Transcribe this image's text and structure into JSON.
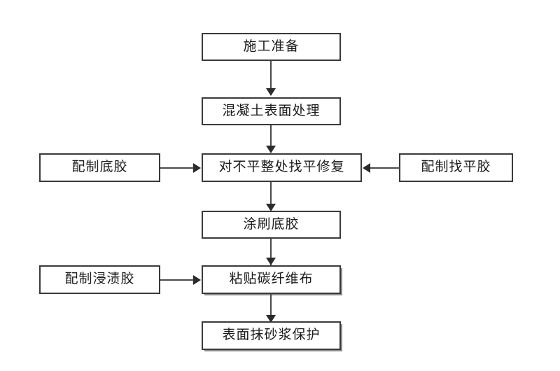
{
  "diagram": {
    "type": "flowchart",
    "orientation": "top-to-bottom",
    "background_color": "#ffffff",
    "box_border_color": "#3a3a3a",
    "connector_color": "#4a4a4a",
    "text_color": "#1b1b1b",
    "nodes": [
      {
        "id": "n1",
        "label": "施工准备",
        "column": "center",
        "row": 1
      },
      {
        "id": "n2",
        "label": "混凝土表面处理",
        "column": "center",
        "row": 2
      },
      {
        "id": "n3",
        "label": "对不平整处找平修复",
        "column": "center",
        "row": 3
      },
      {
        "id": "n4",
        "label": "涂刷底胶",
        "column": "center",
        "row": 4
      },
      {
        "id": "n5",
        "label": "粘贴碳纤维布",
        "column": "center",
        "row": 5
      },
      {
        "id": "n6",
        "label": "表面抹砂浆保护",
        "column": "center",
        "row": 6
      },
      {
        "id": "s1",
        "label": "配制底胶",
        "column": "left",
        "row": 3
      },
      {
        "id": "s2",
        "label": "配制找平胶",
        "column": "right",
        "row": 3
      },
      {
        "id": "s3",
        "label": "配制浸渍胶",
        "column": "left",
        "row": 5
      }
    ],
    "edges": [
      {
        "from": "n1",
        "to": "n2",
        "direction": "down"
      },
      {
        "from": "n2",
        "to": "n3",
        "direction": "down"
      },
      {
        "from": "n3",
        "to": "n4",
        "direction": "down"
      },
      {
        "from": "n4",
        "to": "n5",
        "direction": "down"
      },
      {
        "from": "n5",
        "to": "n6",
        "direction": "down"
      },
      {
        "from": "s1",
        "to": "n3",
        "direction": "right"
      },
      {
        "from": "s2",
        "to": "n3",
        "direction": "left"
      },
      {
        "from": "s3",
        "to": "n5",
        "direction": "right"
      }
    ]
  }
}
